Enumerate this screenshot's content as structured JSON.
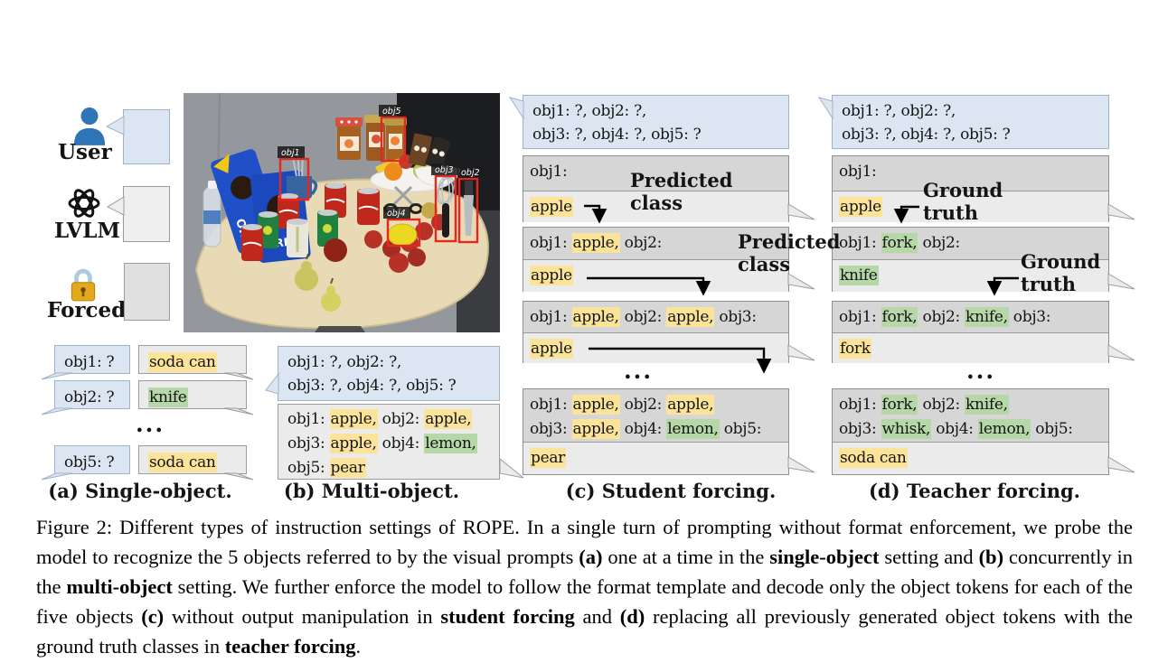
{
  "legend": {
    "user_label": "User",
    "lvlm_label": "LVLM",
    "forced_label": "Forced"
  },
  "photo": {
    "labels": {
      "obj1": "obj1",
      "obj2": "obj2",
      "obj3": "obj3",
      "obj4": "obj4",
      "obj5": "obj5"
    }
  },
  "panel_a": {
    "caption": "(a) Single-object.",
    "ellipsis": "...",
    "rows": [
      {
        "prompt": "obj1: ?",
        "response": [
          {
            "t": "soda can",
            "h": "y"
          }
        ]
      },
      {
        "prompt": "obj2: ?",
        "response": [
          {
            "t": "knife",
            "h": "g"
          }
        ]
      },
      {
        "prompt": "obj5: ?",
        "response": [
          {
            "t": "soda can",
            "h": "y"
          }
        ]
      }
    ]
  },
  "panel_b": {
    "caption": "(b) Multi-object.",
    "prompt": {
      "line1": "obj1: ?, obj2: ?,",
      "line2": "obj3: ?, obj4: ?, obj5: ?"
    },
    "response_lines": [
      [
        {
          "t": "obj1: "
        },
        {
          "t": "apple,",
          "h": "y"
        },
        {
          "t": " obj2: "
        },
        {
          "t": "apple,",
          "h": "y"
        }
      ],
      [
        {
          "t": "obj3: "
        },
        {
          "t": "apple,",
          "h": "y"
        },
        {
          "t": " obj4: "
        },
        {
          "t": "lemon,",
          "h": "g"
        }
      ],
      [
        {
          "t": "obj5: "
        },
        {
          "t": "pear",
          "h": "y"
        }
      ]
    ]
  },
  "panel_c": {
    "caption": "(c) Student forcing.",
    "ellipsis": "...",
    "user_prompt": {
      "line1": "obj1: ?, obj2: ?,",
      "line2": "obj3: ?, obj4: ?, obj5: ?"
    },
    "annotations": [
      {
        "l1": "Predicted",
        "l2": "class"
      },
      {
        "l1": "Predicted",
        "l2": "class"
      }
    ],
    "turns": [
      {
        "prompt_lines": [
          [
            {
              "t": "obj1:"
            }
          ]
        ],
        "response": [
          {
            "t": "apple",
            "h": "y"
          }
        ]
      },
      {
        "prompt_lines": [
          [
            {
              "t": "obj1: "
            },
            {
              "t": "apple,",
              "h": "y"
            },
            {
              "t": " obj2:"
            }
          ]
        ],
        "response": [
          {
            "t": "apple",
            "h": "y"
          }
        ]
      },
      {
        "prompt_lines": [
          [
            {
              "t": "obj1: "
            },
            {
              "t": "apple,",
              "h": "y"
            },
            {
              "t": " obj2: "
            },
            {
              "t": "apple,",
              "h": "y"
            },
            {
              "t": " obj3:"
            }
          ]
        ],
        "response": [
          {
            "t": "apple",
            "h": "y"
          }
        ]
      },
      {
        "prompt_lines": [
          [
            {
              "t": "obj1: "
            },
            {
              "t": "apple,",
              "h": "y"
            },
            {
              "t": " obj2: "
            },
            {
              "t": "apple,",
              "h": "y"
            }
          ],
          [
            {
              "t": "obj3: "
            },
            {
              "t": "apple,",
              "h": "y"
            },
            {
              "t": " obj4: "
            },
            {
              "t": "lemon,",
              "h": "g"
            },
            {
              "t": " obj5:"
            }
          ]
        ],
        "response": [
          {
            "t": "pear",
            "h": "y"
          }
        ]
      }
    ]
  },
  "panel_d": {
    "caption": "(d) Teacher forcing.",
    "ellipsis": "...",
    "user_prompt": {
      "line1": "obj1: ?, obj2: ?,",
      "line2": "obj3: ?, obj4: ?, obj5: ?"
    },
    "annotations": [
      {
        "l1": "Ground",
        "l2": "truth"
      },
      {
        "l1": "Ground",
        "l2": "truth"
      }
    ],
    "turns": [
      {
        "prompt_lines": [
          [
            {
              "t": "obj1:"
            }
          ]
        ],
        "response": [
          {
            "t": "apple",
            "h": "y"
          }
        ]
      },
      {
        "prompt_lines": [
          [
            {
              "t": "obj1: "
            },
            {
              "t": "fork,",
              "h": "g"
            },
            {
              "t": " obj2:"
            }
          ]
        ],
        "response": [
          {
            "t": "knife",
            "h": "g"
          }
        ]
      },
      {
        "prompt_lines": [
          [
            {
              "t": "obj1: "
            },
            {
              "t": "fork,",
              "h": "g"
            },
            {
              "t": " obj2: "
            },
            {
              "t": "knife,",
              "h": "g"
            },
            {
              "t": " obj3:"
            }
          ]
        ],
        "response": [
          {
            "t": "fork",
            "h": "y"
          }
        ]
      },
      {
        "prompt_lines": [
          [
            {
              "t": "obj1: "
            },
            {
              "t": "fork,",
              "h": "g"
            },
            {
              "t": " obj2: "
            },
            {
              "t": "knife,",
              "h": "g"
            }
          ],
          [
            {
              "t": "obj3: "
            },
            {
              "t": "whisk,",
              "h": "g"
            },
            {
              "t": " obj4: "
            },
            {
              "t": "lemon,",
              "h": "g"
            },
            {
              "t": " obj5:"
            }
          ]
        ],
        "response": [
          {
            "t": "soda can",
            "h": "y"
          }
        ]
      }
    ]
  },
  "caption": {
    "segments": [
      {
        "t": "Figure 2: Different types of instruction settings of ROPE. In a single turn of prompting without format enforcement, we probe the model to recognize the 5 objects referred to by the visual prompts "
      },
      {
        "t": "(a)",
        "b": true
      },
      {
        "t": " one at a time in the "
      },
      {
        "t": "single-object",
        "b": true
      },
      {
        "t": " setting and "
      },
      {
        "t": "(b)",
        "b": true
      },
      {
        "t": " concurrently in the "
      },
      {
        "t": "multi-object",
        "b": true
      },
      {
        "t": " setting. We further enforce the model to follow the format template and decode only the object tokens for each of the five objects "
      },
      {
        "t": "(c)",
        "b": true
      },
      {
        "t": " without output manipulation in "
      },
      {
        "t": "student forcing",
        "b": true
      },
      {
        "t": " and "
      },
      {
        "t": "(d)",
        "b": true
      },
      {
        "t": " replacing all previously generated object tokens with the ground truth classes in "
      },
      {
        "t": "teacher forcing",
        "b": true
      },
      {
        "t": "."
      }
    ]
  },
  "colors": {
    "highlight_yellow": "#fbe39a",
    "highlight_green": "#b6d7a8",
    "user_bubble_blue": "#dce6f2",
    "model_bubble_gray": "#ebebeb",
    "prompt_row_gray": "#d6d6d6",
    "bbox_red": "#e8251f",
    "user_icon_blue": "#2e75b6",
    "lock_gold": "#e3a81c"
  }
}
